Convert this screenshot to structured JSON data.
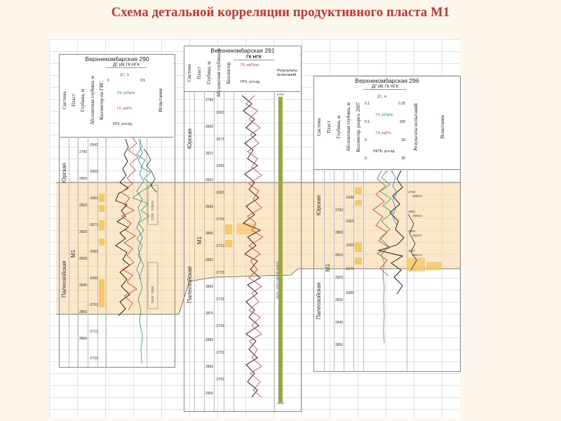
{
  "title": "Схема детальной корреляции продуктивного пласта M1",
  "wells": [
    {
      "name": "Верхнекомбарская 290",
      "log_header": "ДГ ИК ГК НГК",
      "tests_header": "Испытания",
      "columns": [
        "Система",
        "Пласт",
        "Глубина, м",
        "Абсолютная глубина, м",
        "Коллектор по ГИС"
      ],
      "curves": [
        "ДС, м",
        "ИК, мОм/м",
        "ГК, мкР/ч",
        "НГК, усл.ед."
      ],
      "scale_labels": [
        "0",
        "0.5"
      ],
      "depths": [
        "2790",
        "2800",
        "2810",
        "2820",
        "2830",
        "2840",
        "2850",
        "2860"
      ],
      "abs_depths": [
        "-2643",
        "-2653",
        "-2663",
        "-2673",
        "-2683",
        "-2693",
        "-2703",
        "-2713",
        "-2723"
      ],
      "system_upper": "Юрская",
      "system_lower": "Палеозойская",
      "layer": "M1"
    },
    {
      "name": "Верхнекомбарская 291",
      "log_header": "ГК НГК",
      "tests_header": "Результаты испытаний",
      "columns": [
        "Система",
        "Пласт",
        "Глубина, м",
        "Абсолютная глубина, м",
        "Коллектор"
      ],
      "curves": [
        "ГК, мкР/час",
        "НГК, усл.ед."
      ],
      "depths": [
        "2790",
        "2800",
        "2810",
        "2820",
        "2830",
        "2840",
        "2850",
        "2860",
        "2870",
        "2880",
        "2890",
        "2900"
      ],
      "abs_depths": [
        "-2663",
        "-2673",
        "-2683",
        "-2693",
        "-2703",
        "-2713",
        "-2723",
        "-2733",
        "-2743",
        "-2753",
        "-2763"
      ],
      "system_upper": "Юрская",
      "system_lower": "Палеозойская",
      "layer": "M1",
      "top_mark": "2793",
      "bottom_mark": "2902"
    },
    {
      "name": "Верхнекомбарская 296",
      "log_header": "ДГ ИК ГК НГК",
      "tests_header": "Результаты испытаний",
      "columns": [
        "Система",
        "Пласт",
        "Глубина, м",
        "Абсолютная глубина, м",
        "Коллектор, разрез, 2007"
      ],
      "curves": [
        "ДС, м",
        "ГК, мОм/м",
        "ГК, мкР/ч",
        "НКТБ, усл.ед."
      ],
      "scale_labels": [
        "0.1",
        "0.25",
        "0.1",
        "100",
        "0",
        "20",
        "0",
        "35"
      ],
      "depths": [
        "2790",
        "2800",
        "2810",
        "2820",
        "2830",
        "2840",
        "2850"
      ],
      "abs_depths": [
        "-2640",
        "-2650",
        "-2660",
        "-2670",
        "-2680"
      ],
      "system_upper": "Юрская",
      "system_lower": "Палеозойская",
      "layer": "M1",
      "results": [
        "2793",
        "2800.5",
        "2802",
        "2806.5",
        "2816",
        "2818.5",
        "2817",
        "2821.5"
      ]
    }
  ],
  "colors": {
    "title": "#c8342b",
    "zone": "#f7d69a",
    "gk": "#d83a3a",
    "ngk": "#111111",
    "ik": "#2aa14a",
    "ds": "#2a7fd4",
    "grid": "#e3e3e3"
  }
}
